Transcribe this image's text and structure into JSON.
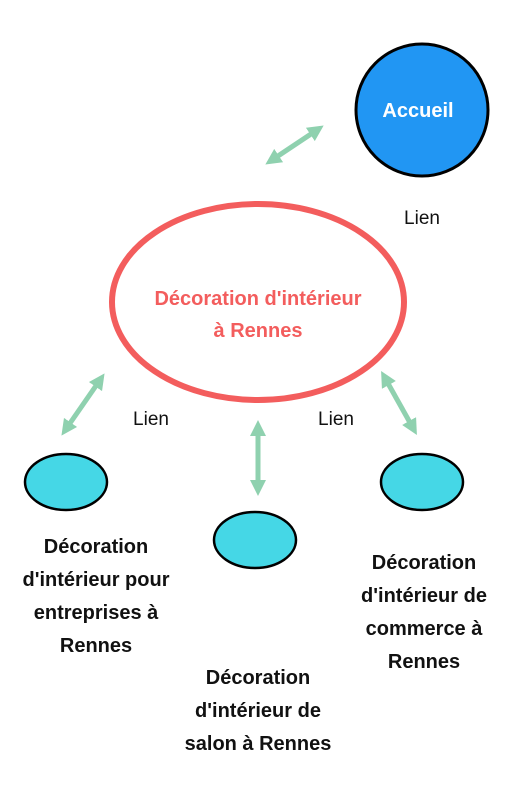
{
  "colors": {
    "home_fill": "#2196f3",
    "home_stroke": "#000000",
    "main_stroke": "#f35d5d",
    "main_text": "#f35d5d",
    "child_fill": "#45d7e6",
    "child_stroke": "#000000",
    "arrow": "#8fd1af",
    "text": "#111111",
    "home_text": "#ffffff"
  },
  "home": {
    "label": "Accueil"
  },
  "main": {
    "line1": "Décoration d'intérieur",
    "line2": "à Rennes"
  },
  "links": {
    "home": "Lien",
    "left": "Lien",
    "right": "Lien"
  },
  "children": [
    {
      "lines": [
        "Décoration",
        "d'intérieur pour",
        "entreprises à",
        "Rennes"
      ]
    },
    {
      "lines": [
        "Décoration",
        "d'intérieur de",
        "salon à Rennes"
      ]
    },
    {
      "lines": [
        "Décoration",
        "d'intérieur de",
        "commerce à",
        "Rennes"
      ]
    }
  ]
}
